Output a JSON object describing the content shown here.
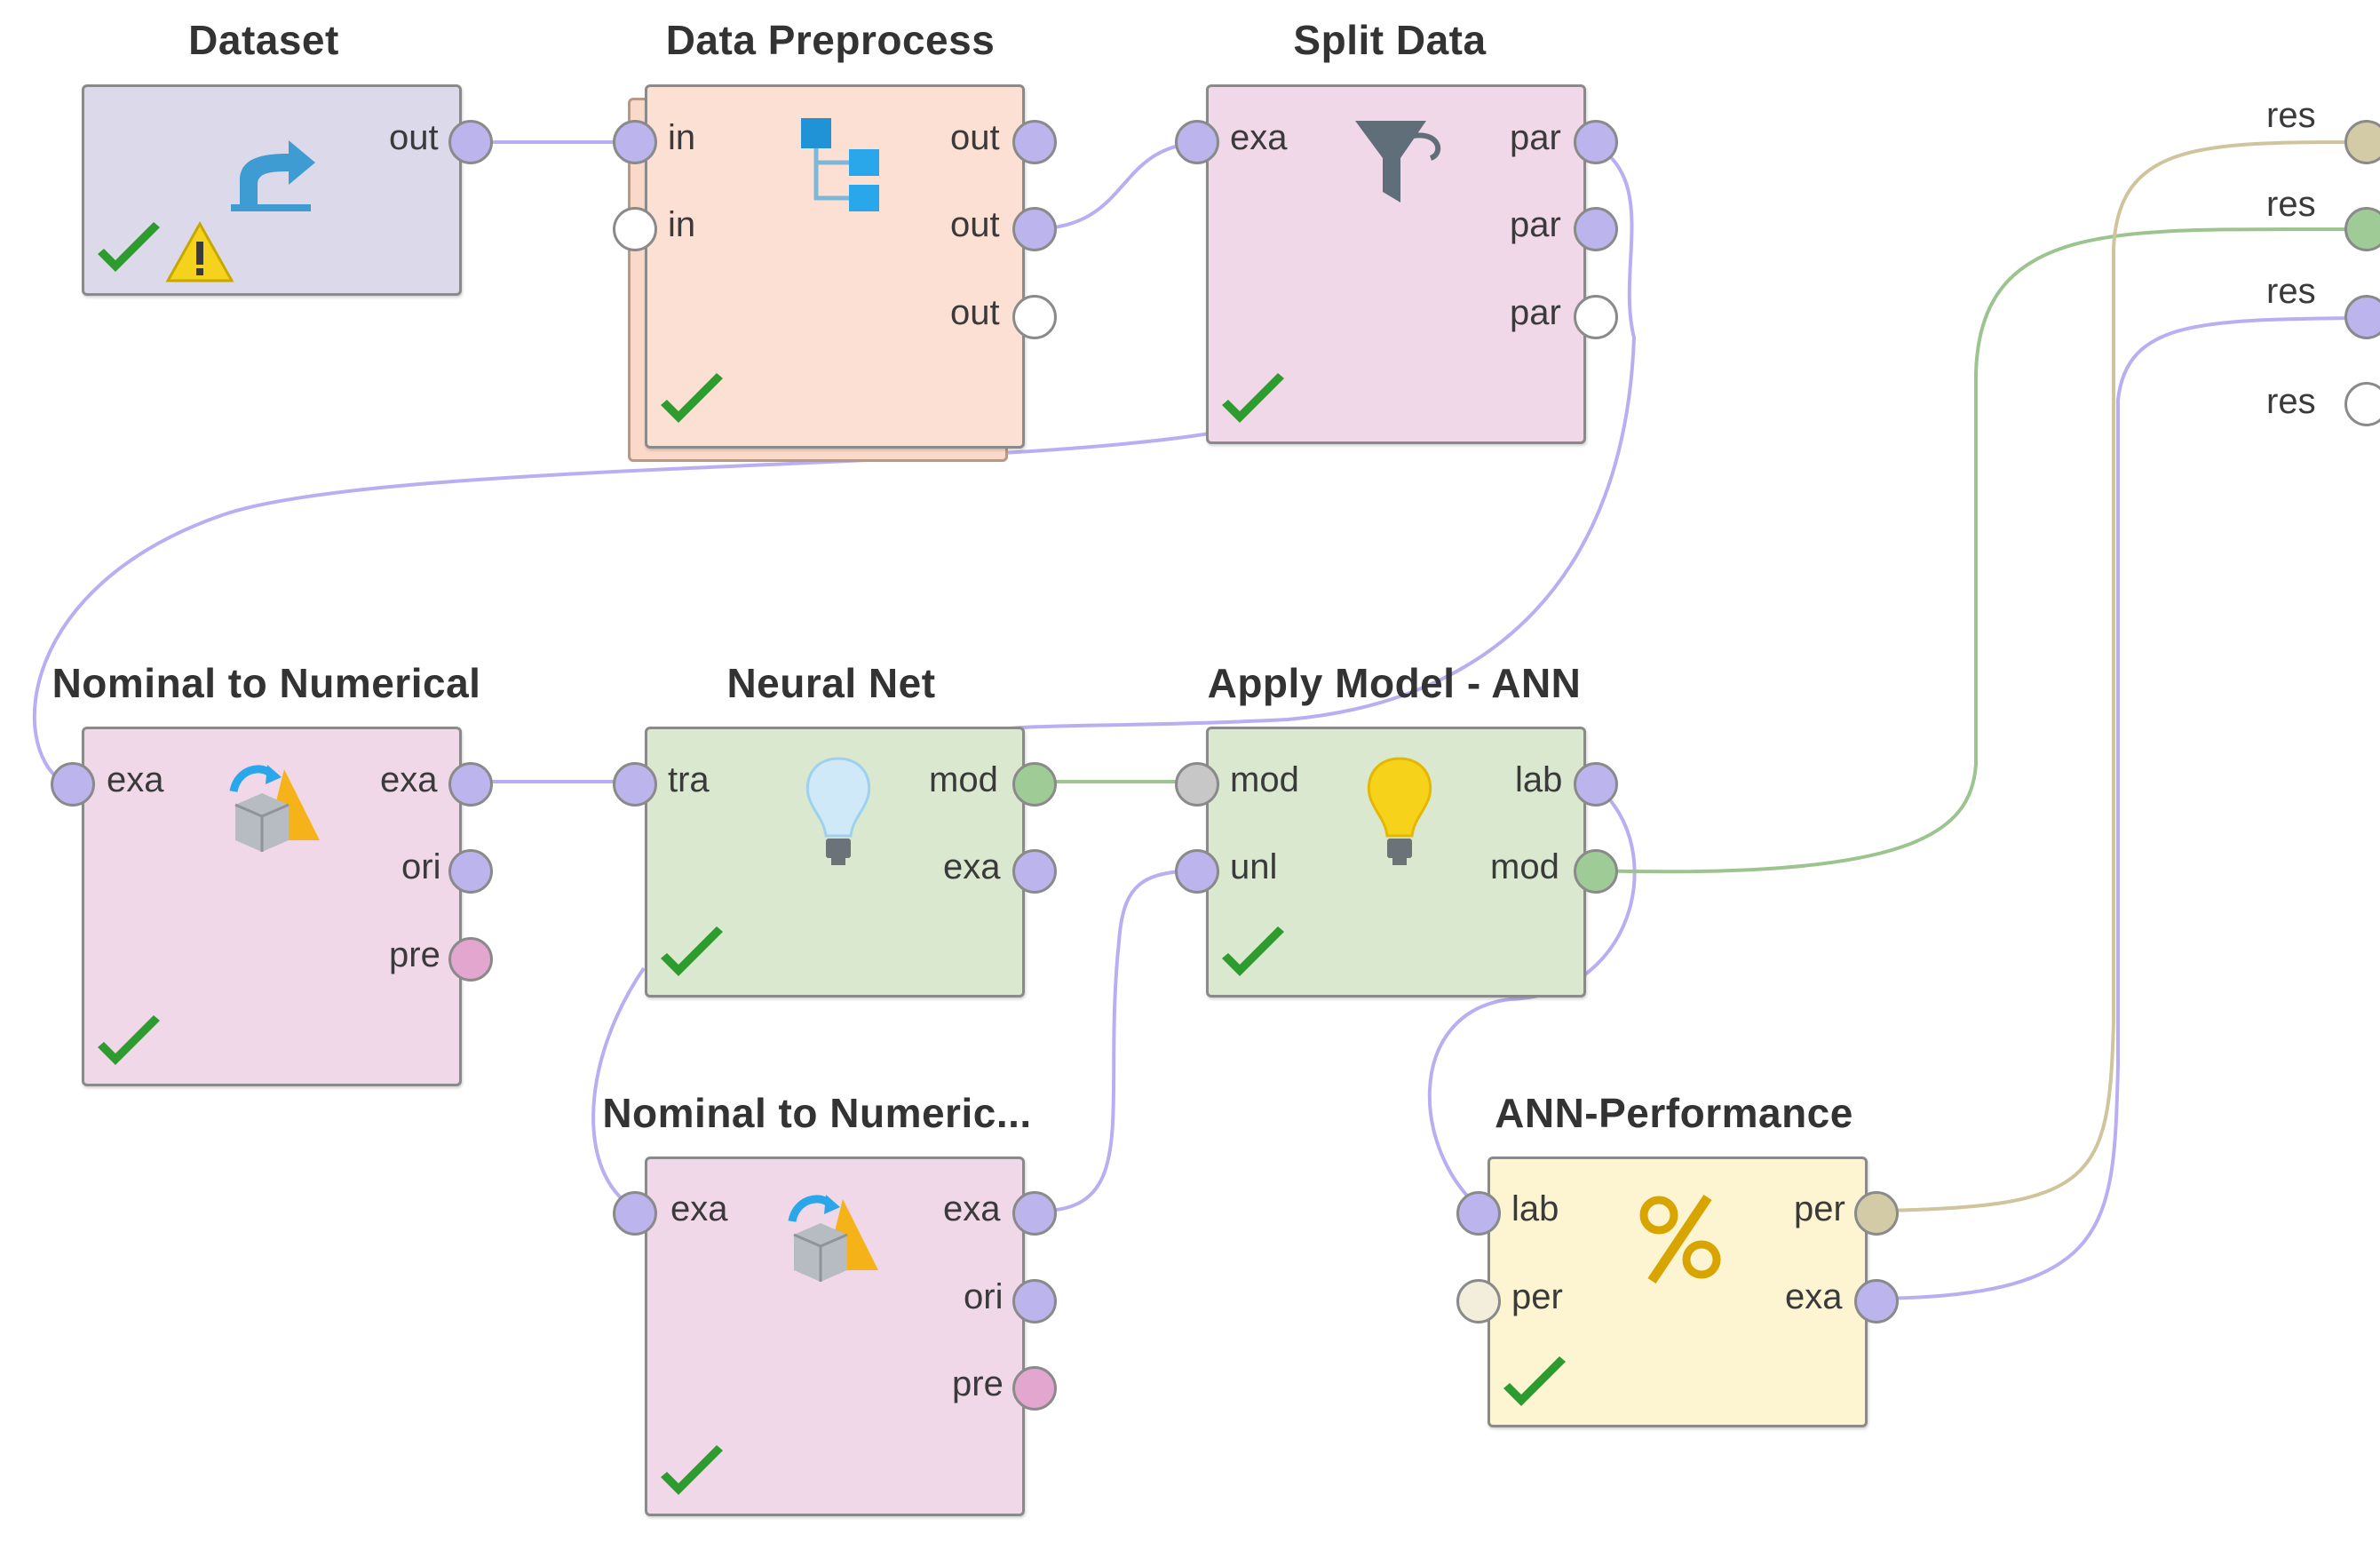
{
  "colors": {
    "wire_example": "#b9aef2",
    "wire_model": "#9bc48f",
    "wire_performance": "#cfc49b",
    "port_example": "#bcb4ec",
    "port_model": "#9fcc96",
    "port_performance": "#d3cba6",
    "port_preprocessing": "#e2a6cf",
    "port_empty": "#ffffff",
    "fill_retrieve": "#dcdaea",
    "fill_subprocess": "#fde0d4",
    "fill_blending": "#f1d8e8",
    "fill_modeling": "#d9e8cf",
    "fill_validation": "#fdf4d2",
    "check_green": "#2e9b2e",
    "warning_yellow": "#f5d21c"
  },
  "operators": {
    "dataset": {
      "title": "Dataset",
      "icon": "retrieve-arrow-icon",
      "outputs": [
        "out"
      ],
      "status": [
        "check",
        "warning"
      ]
    },
    "data_preprocess": {
      "title": "Data Preprocess",
      "icon": "subprocess-hierarchy-icon",
      "inputs": [
        "in",
        "in"
      ],
      "outputs": [
        "out",
        "out",
        "out"
      ],
      "status": [
        "check"
      ]
    },
    "split_data": {
      "title": "Split Data",
      "icon": "funnel-icon",
      "inputs": [
        "exa"
      ],
      "outputs": [
        "par",
        "par",
        "par"
      ],
      "status": [
        "check"
      ]
    },
    "nominal_to_numerical": {
      "title": "Nominal to Numerical",
      "icon": "cube-cone-convert-icon",
      "inputs": [
        "exa"
      ],
      "outputs": [
        "exa",
        "ori",
        "pre"
      ],
      "status": [
        "check"
      ]
    },
    "neural_net": {
      "title": "Neural Net",
      "icon": "lightbulb-blue-icon",
      "inputs": [
        "tra"
      ],
      "outputs": [
        "mod",
        "exa"
      ],
      "status": [
        "check"
      ]
    },
    "apply_model": {
      "title": "Apply Model - ANN",
      "icon": "lightbulb-yellow-icon",
      "inputs": [
        "mod",
        "unl"
      ],
      "outputs": [
        "lab",
        "mod"
      ],
      "status": [
        "check"
      ]
    },
    "nominal_to_numeric_2": {
      "title": "Nominal to Numeric...",
      "icon": "cube-cone-convert-icon",
      "inputs": [
        "exa"
      ],
      "outputs": [
        "exa",
        "ori",
        "pre"
      ],
      "status": [
        "check"
      ]
    },
    "ann_performance": {
      "title": "ANN-Performance",
      "icon": "percent-icon",
      "inputs": [
        "lab",
        "per"
      ],
      "outputs": [
        "per",
        "exa"
      ],
      "status": [
        "check"
      ]
    }
  },
  "results": [
    "res",
    "res",
    "res",
    "res"
  ]
}
